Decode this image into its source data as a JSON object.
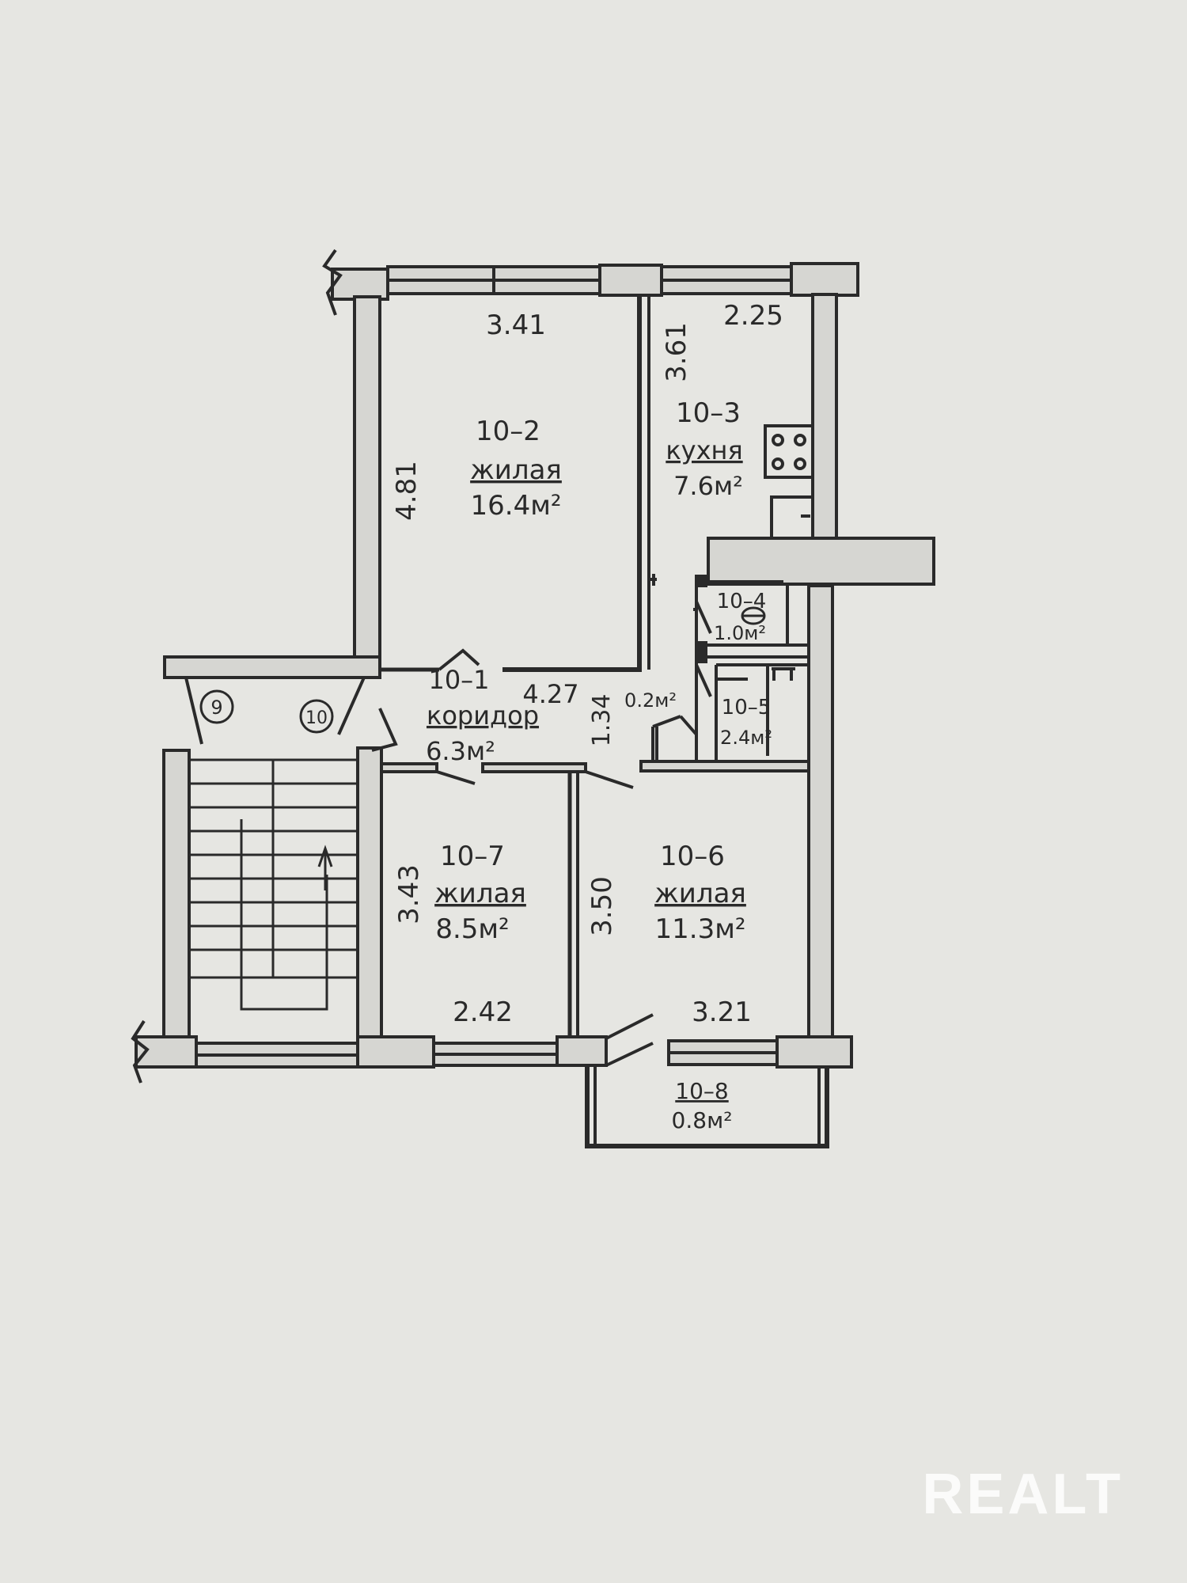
{
  "rooms": {
    "r2": {
      "code": "10–2",
      "type": "жилая",
      "area": "16.4м²"
    },
    "r3": {
      "code": "10–3",
      "type": "кухня",
      "area": "7.6м²"
    },
    "r1": {
      "code": "10–1",
      "type": "коридор",
      "area": "6.3м²"
    },
    "r4": {
      "code": "10–4",
      "area": "1.0м²"
    },
    "r5": {
      "code": "10–5",
      "area": "2.4м²"
    },
    "r6": {
      "code": "10–6",
      "type": "жилая",
      "area": "11.3м²"
    },
    "r7": {
      "code": "10–7",
      "type": "жилая",
      "area": "8.5м²"
    },
    "r8": {
      "code": "10–8",
      "area": "0.8м²"
    },
    "niche": {
      "area": "0.2м²"
    }
  },
  "dimensions": {
    "d341": "3.41",
    "d225": "2.25",
    "d361": "3.61",
    "d481": "4.81",
    "d427": "4.27",
    "d134": "1.34",
    "d343": "3.43",
    "d350": "3.50",
    "d242": "2.42",
    "d321": "3.21"
  },
  "apartments": {
    "a9": "9",
    "a10": "10"
  },
  "watermark": "REALT",
  "colors": {
    "paper": "#e6e6e2",
    "wall": "#2a2a2a",
    "wall_fill": "#d6d6d2",
    "watermark": "#ffffff"
  }
}
